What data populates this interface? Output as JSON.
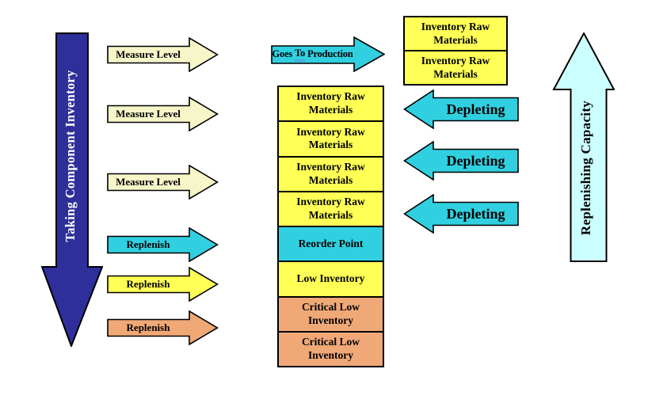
{
  "colors": {
    "navy": "#2E2F9B",
    "cream": "#F6F6C9",
    "cyan": "#30D0E0",
    "yellow": "#FFFF55",
    "salmon": "#F0A877",
    "pale_cyan": "#CCFFFF",
    "outline": "#000000",
    "underline_blue": "#4FA8DC"
  },
  "left_main_arrow": {
    "label": "Taking Component Inventory",
    "fill": "#2E2F9B",
    "text_color": "#FFFFFF"
  },
  "flow_arrows": [
    {
      "label": "Measure Level",
      "fill": "#F6F6C9"
    },
    {
      "label": "Measure Level",
      "fill": "#F6F6C9"
    },
    {
      "label": "Measure Level",
      "fill": "#F6F6C9"
    },
    {
      "label": "Replenish",
      "fill": "#30D0E0"
    },
    {
      "label": "Replenish",
      "fill": "#FFFF55"
    },
    {
      "label": "Replenish",
      "fill": "#F0A877"
    }
  ],
  "production_arrow": {
    "word1": "Goes",
    "word2": "To",
    "word3": "Production",
    "fill": "#30D0E0",
    "underline_color": "#4FA8DC"
  },
  "top_right_stack": {
    "rows": [
      {
        "label": "Inventory Raw Materials",
        "fill": "#FFFF55"
      },
      {
        "label": "Inventory Raw Materials",
        "fill": "#FFFF55"
      }
    ]
  },
  "main_stack": {
    "rows": [
      {
        "label": "Inventory Raw Materials",
        "fill": "#FFFF55"
      },
      {
        "label": "Inventory Raw Materials",
        "fill": "#FFFF55"
      },
      {
        "label": "Inventory Raw Materials",
        "fill": "#FFFF55"
      },
      {
        "label": "Inventory Raw Materials",
        "fill": "#FFFF55"
      },
      {
        "label": "Reorder Point",
        "fill": "#30D0E0"
      },
      {
        "label": "Low Inventory",
        "fill": "#FFFF55"
      },
      {
        "label": "Critical Low Inventory",
        "fill": "#F0A877"
      },
      {
        "label": "Critical Low Inventory",
        "fill": "#F0A877"
      }
    ]
  },
  "depleting_arrows": [
    {
      "label": "Depleting",
      "fill": "#30D0E0"
    },
    {
      "label": "Depleting",
      "fill": "#30D0E0"
    },
    {
      "label": "Depleting",
      "fill": "#30D0E0"
    }
  ],
  "right_main_arrow": {
    "label": "Replenishing Capacity",
    "fill": "#CCFFFF",
    "text_color": "#000000"
  }
}
